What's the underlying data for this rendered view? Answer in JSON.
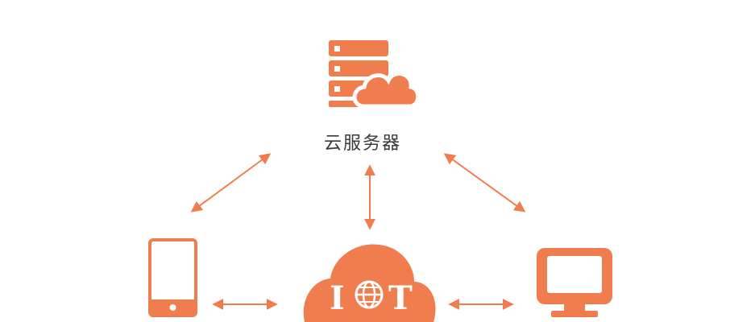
{
  "server": {
    "label": "云服务器"
  },
  "iot": {
    "letter_left": "I",
    "letter_right": "T"
  },
  "colors": {
    "accent": "#f07d4e",
    "background": "#ffffff",
    "text": "#3a3a3a"
  },
  "icons": {
    "server": "server-cloud-icon",
    "tablet": "tablet-icon",
    "monitor": "monitor-icon",
    "iot_cloud": "iot-cloud-icon",
    "globe": "globe-icon"
  }
}
